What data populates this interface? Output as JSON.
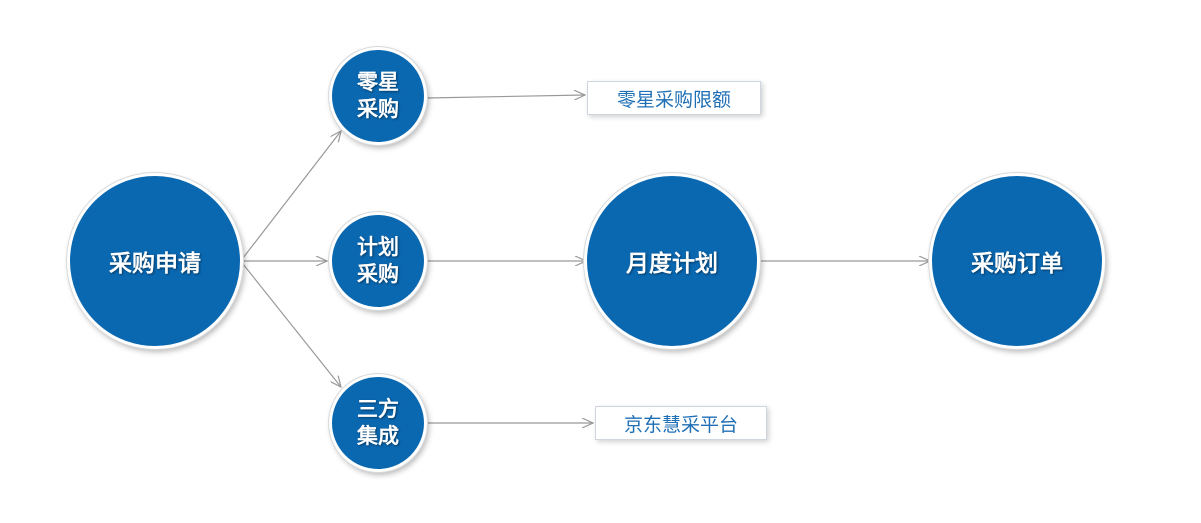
{
  "colors": {
    "node_fill": "#0a68b1",
    "node_text": "#ffffff",
    "box_text": "#1f6fb6",
    "arrow": "#999999"
  },
  "nodes": {
    "purchase_request": "采购申请",
    "sporadic_purchase": "零星\n采购",
    "planned_purchase": "计划\n采购",
    "third_party_integration": "三方\n集成",
    "monthly_plan": "月度计划",
    "purchase_order": "采购订单"
  },
  "boxes": {
    "sporadic_limit": "零星采购限额",
    "jd_platform": "京东慧采平台"
  }
}
